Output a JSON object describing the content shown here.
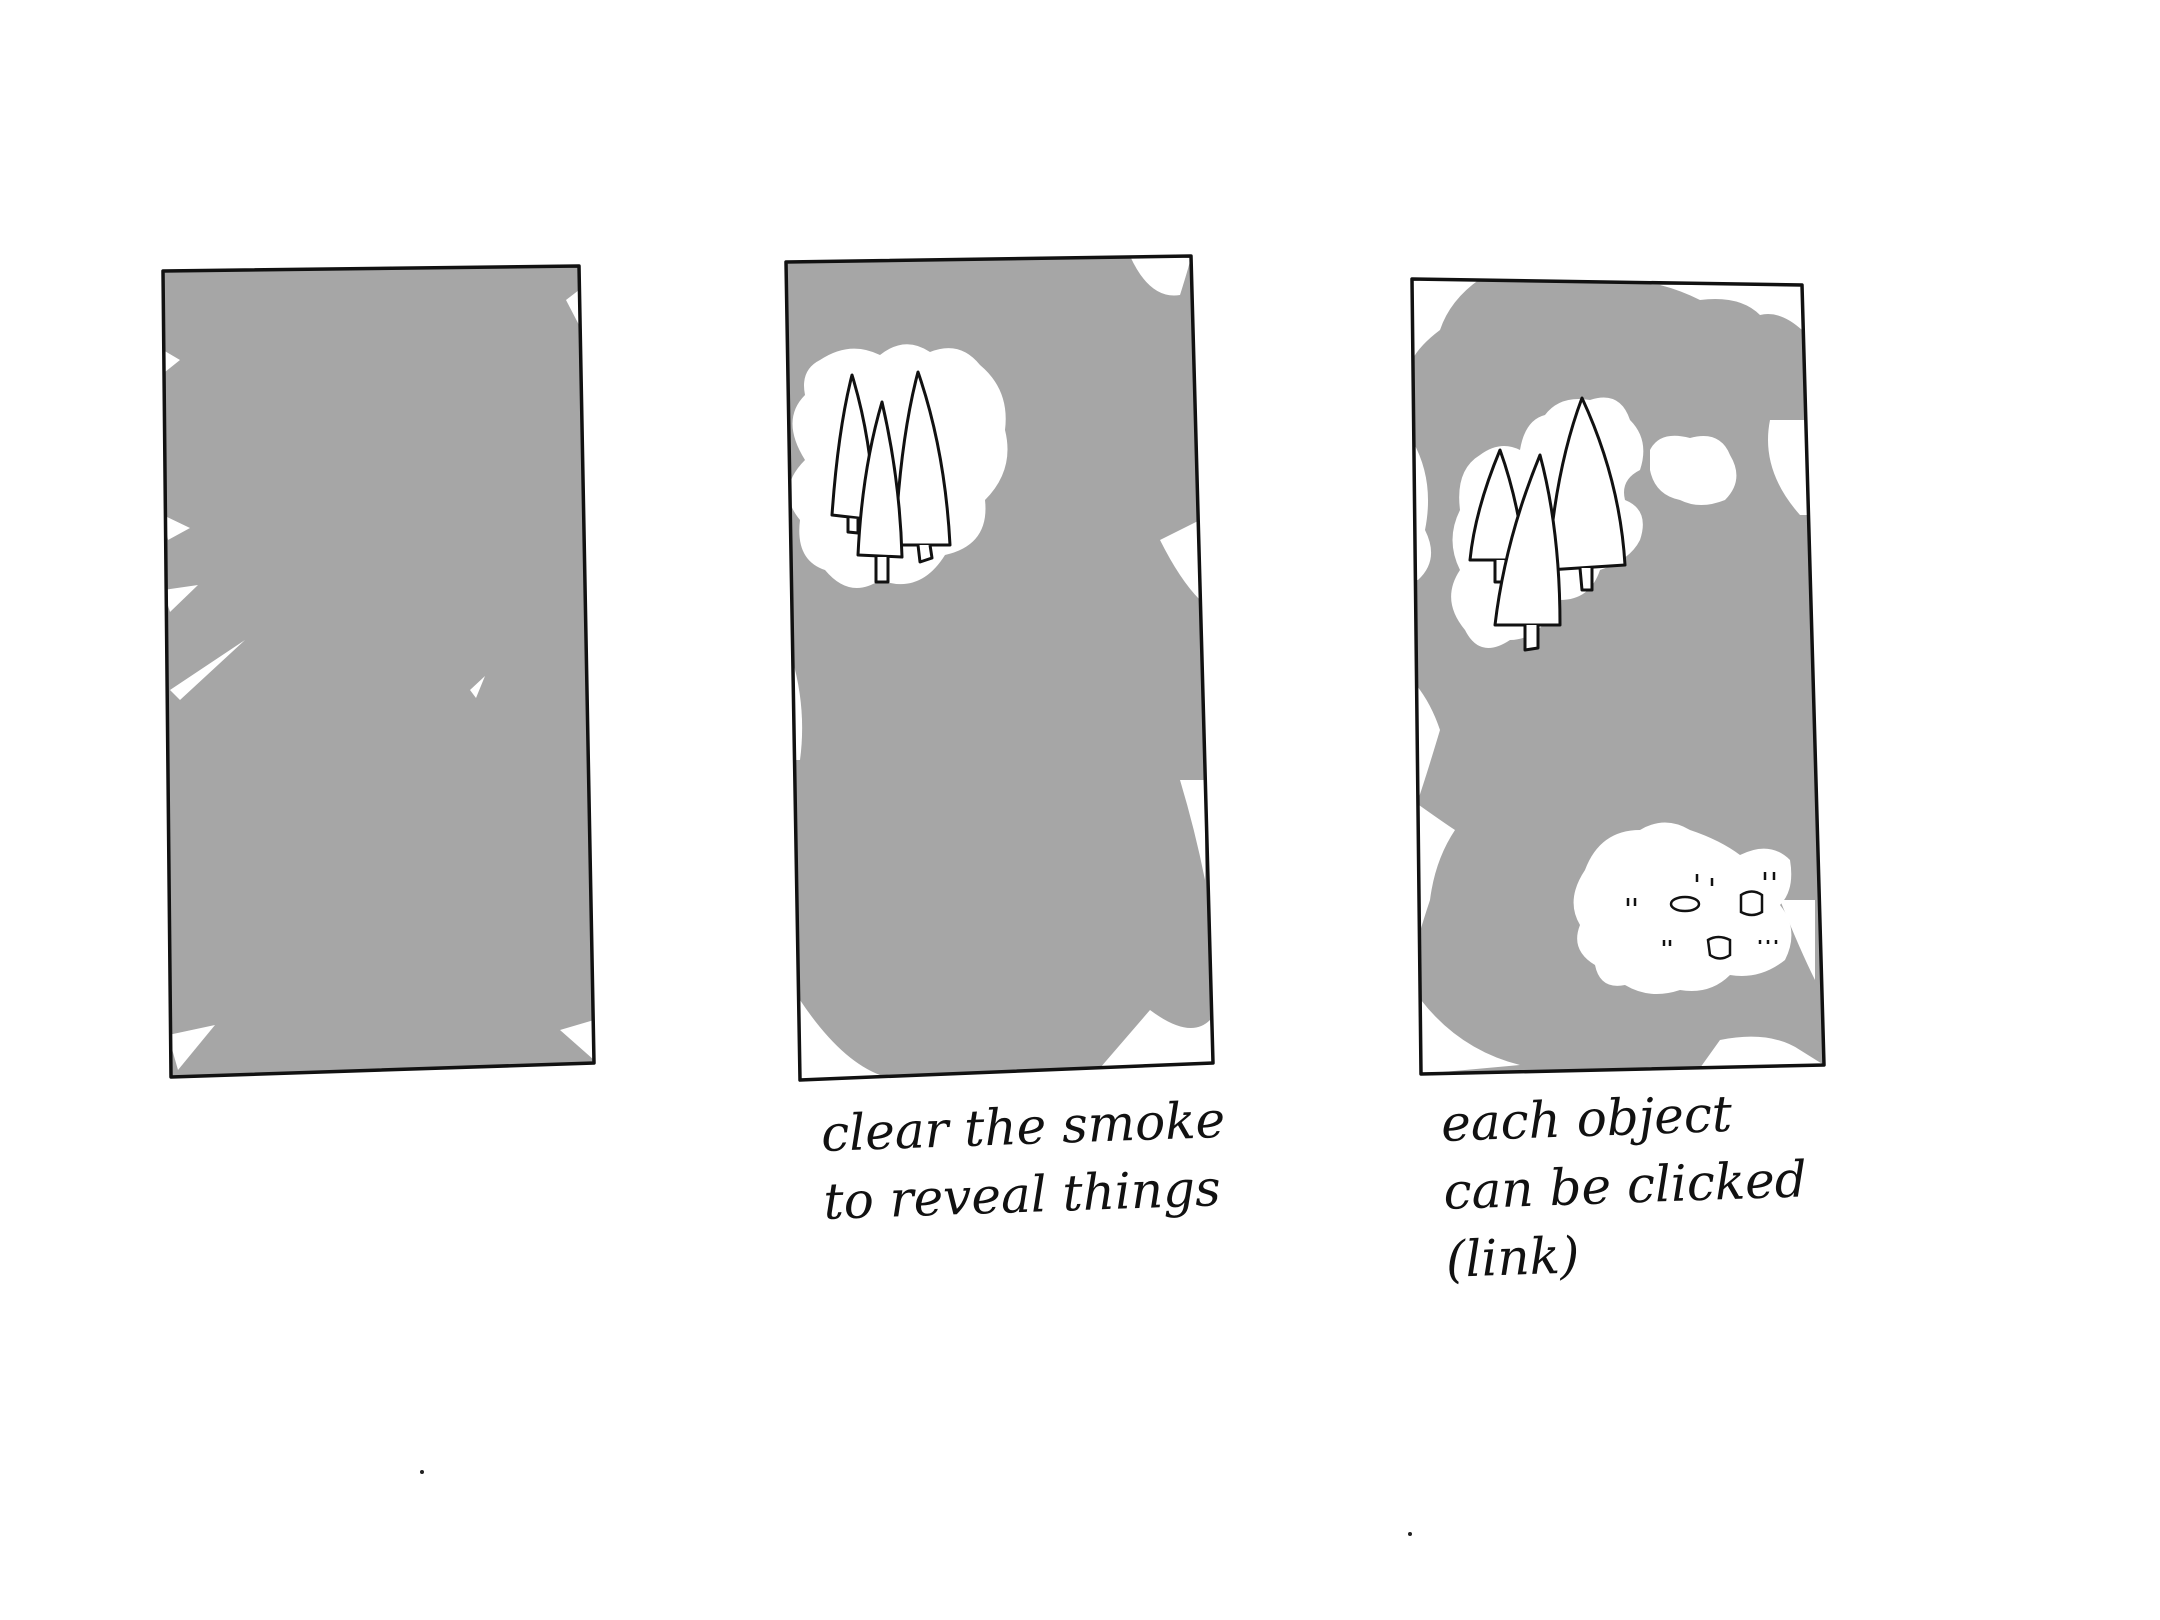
{
  "colors": {
    "smoke": "#a6a6a6",
    "revealed": "#ffffff",
    "ink": "#111111"
  },
  "panels": [
    {
      "id": "panel-1",
      "state": "fully-covered-by-smoke",
      "caption_lines": []
    },
    {
      "id": "panel-2",
      "state": "trees-revealed",
      "revealed_objects": [
        "trees"
      ],
      "caption_lines": [
        "clear the smoke",
        "to reveal things"
      ]
    },
    {
      "id": "panel-3",
      "state": "multiple-objects-revealed",
      "revealed_objects": [
        "trees",
        "stones"
      ],
      "caption_lines": [
        "each object",
        "can be clicked",
        "(link)"
      ]
    }
  ],
  "captions": {
    "panel2": "clear the smoke\nto reveal things",
    "panel3": "each object\ncan be clicked\n(link)"
  }
}
